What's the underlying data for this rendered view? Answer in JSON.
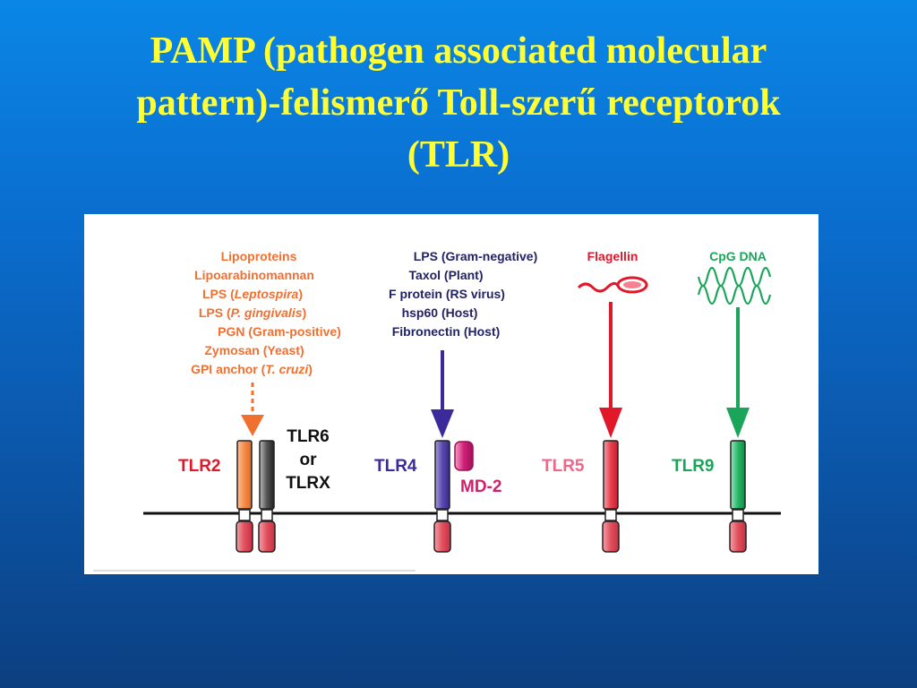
{
  "title": {
    "line1": "PAMP (pathogen associated molecular",
    "line2": "pattern)-felismerő Toll-szerű receptorok",
    "line3": "(TLR)"
  },
  "diagram": {
    "tlr2_ligands": {
      "items": [
        {
          "pre": "Lipoproteins",
          "ital": "",
          "post": ""
        },
        {
          "pre": "Lipoarabinomannan",
          "ital": "",
          "post": ""
        },
        {
          "pre": "LPS (",
          "ital": "Leptospira",
          "post": ")"
        },
        {
          "pre": "LPS (",
          "ital": "P. gingivalis",
          "post": ")"
        },
        {
          "pre": "PGN (Gram-positive)",
          "ital": "",
          "post": ""
        },
        {
          "pre": "Zymosan (Yeast)",
          "ital": "",
          "post": ""
        },
        {
          "pre": "GPI anchor (",
          "ital": "T. cruzi",
          "post": ")"
        }
      ],
      "color": "#f07030"
    },
    "tlr4_ligands": {
      "items": [
        "LPS (Gram-negative)",
        "Taxol (Plant)",
        "F protein (RS virus)",
        "hsp60 (Host)",
        "Fibronectin (Host)"
      ],
      "color": "#222266"
    },
    "flagellin": {
      "label": "Flagellin",
      "color": "#e0182a"
    },
    "cpg": {
      "label": "CpG DNA",
      "color": "#1aa55a"
    },
    "receptors": {
      "tlr2": {
        "label": "TLR2",
        "color": "#e0182a"
      },
      "tlr6": {
        "line1": "TLR6",
        "line2": "or",
        "line3": "TLRX",
        "color": "#111111"
      },
      "tlr4": {
        "label": "TLR4",
        "color": "#3a2a9a"
      },
      "md2": {
        "label": "MD-2",
        "color": "#d0206a"
      },
      "tlr5": {
        "label": "TLR5",
        "color": "#ee6688"
      },
      "tlr9": {
        "label": "TLR9",
        "color": "#1aa55a"
      }
    },
    "colors": {
      "tlr2_body": "#f58a4a",
      "tlr6_body": "#555555",
      "tlr4_body": "#5a4ab0",
      "tlr5_body": "#e8404e",
      "tlr9_body": "#2ab868",
      "tail": "#e0505e",
      "membrane": "#111111",
      "tlr4_arrow": "#3a2a9a",
      "tlr5_arrow": "#e0182a",
      "tlr9_arrow": "#1aa55a"
    }
  }
}
